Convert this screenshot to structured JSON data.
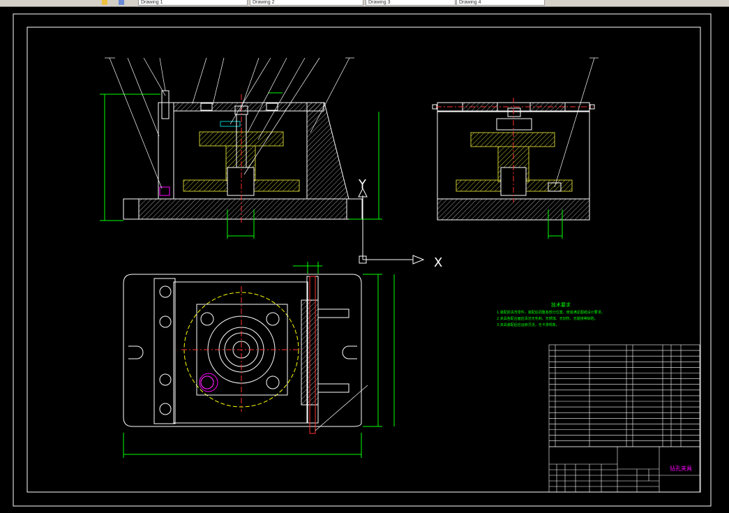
{
  "toolbar": {
    "tabs": [
      "Drawing 1",
      "Drawing 2",
      "Drawing 3",
      "Drawing 4"
    ],
    "colors": {
      "bar": "#d4d0c8"
    }
  },
  "drawing": {
    "axis_x_label": "X",
    "axis_y_label": "Y",
    "title_block_name": "钻孔夹具",
    "tech_requirements_title": "技术要求",
    "tech_requirements": [
      "1.装配前清洗零件，装配后调整各部分位置，使其满足图纸设计要求。",
      "2.夹具各配合面应清洁无毛刺、无锈蚀、无划伤、无碰撞等缺陷。",
      "3.夹具装配后应运转灵活，无卡滞现象。"
    ],
    "colors": {
      "background": "#000000",
      "frame": "#ffffff",
      "outline": "#ffffff",
      "hatch": "#c8c832",
      "dimension": "#00ff00",
      "centerline": "#ff3030",
      "hidden": "#ffff00",
      "cyan": "#00c8c8",
      "magenta": "#ff00ff"
    }
  }
}
